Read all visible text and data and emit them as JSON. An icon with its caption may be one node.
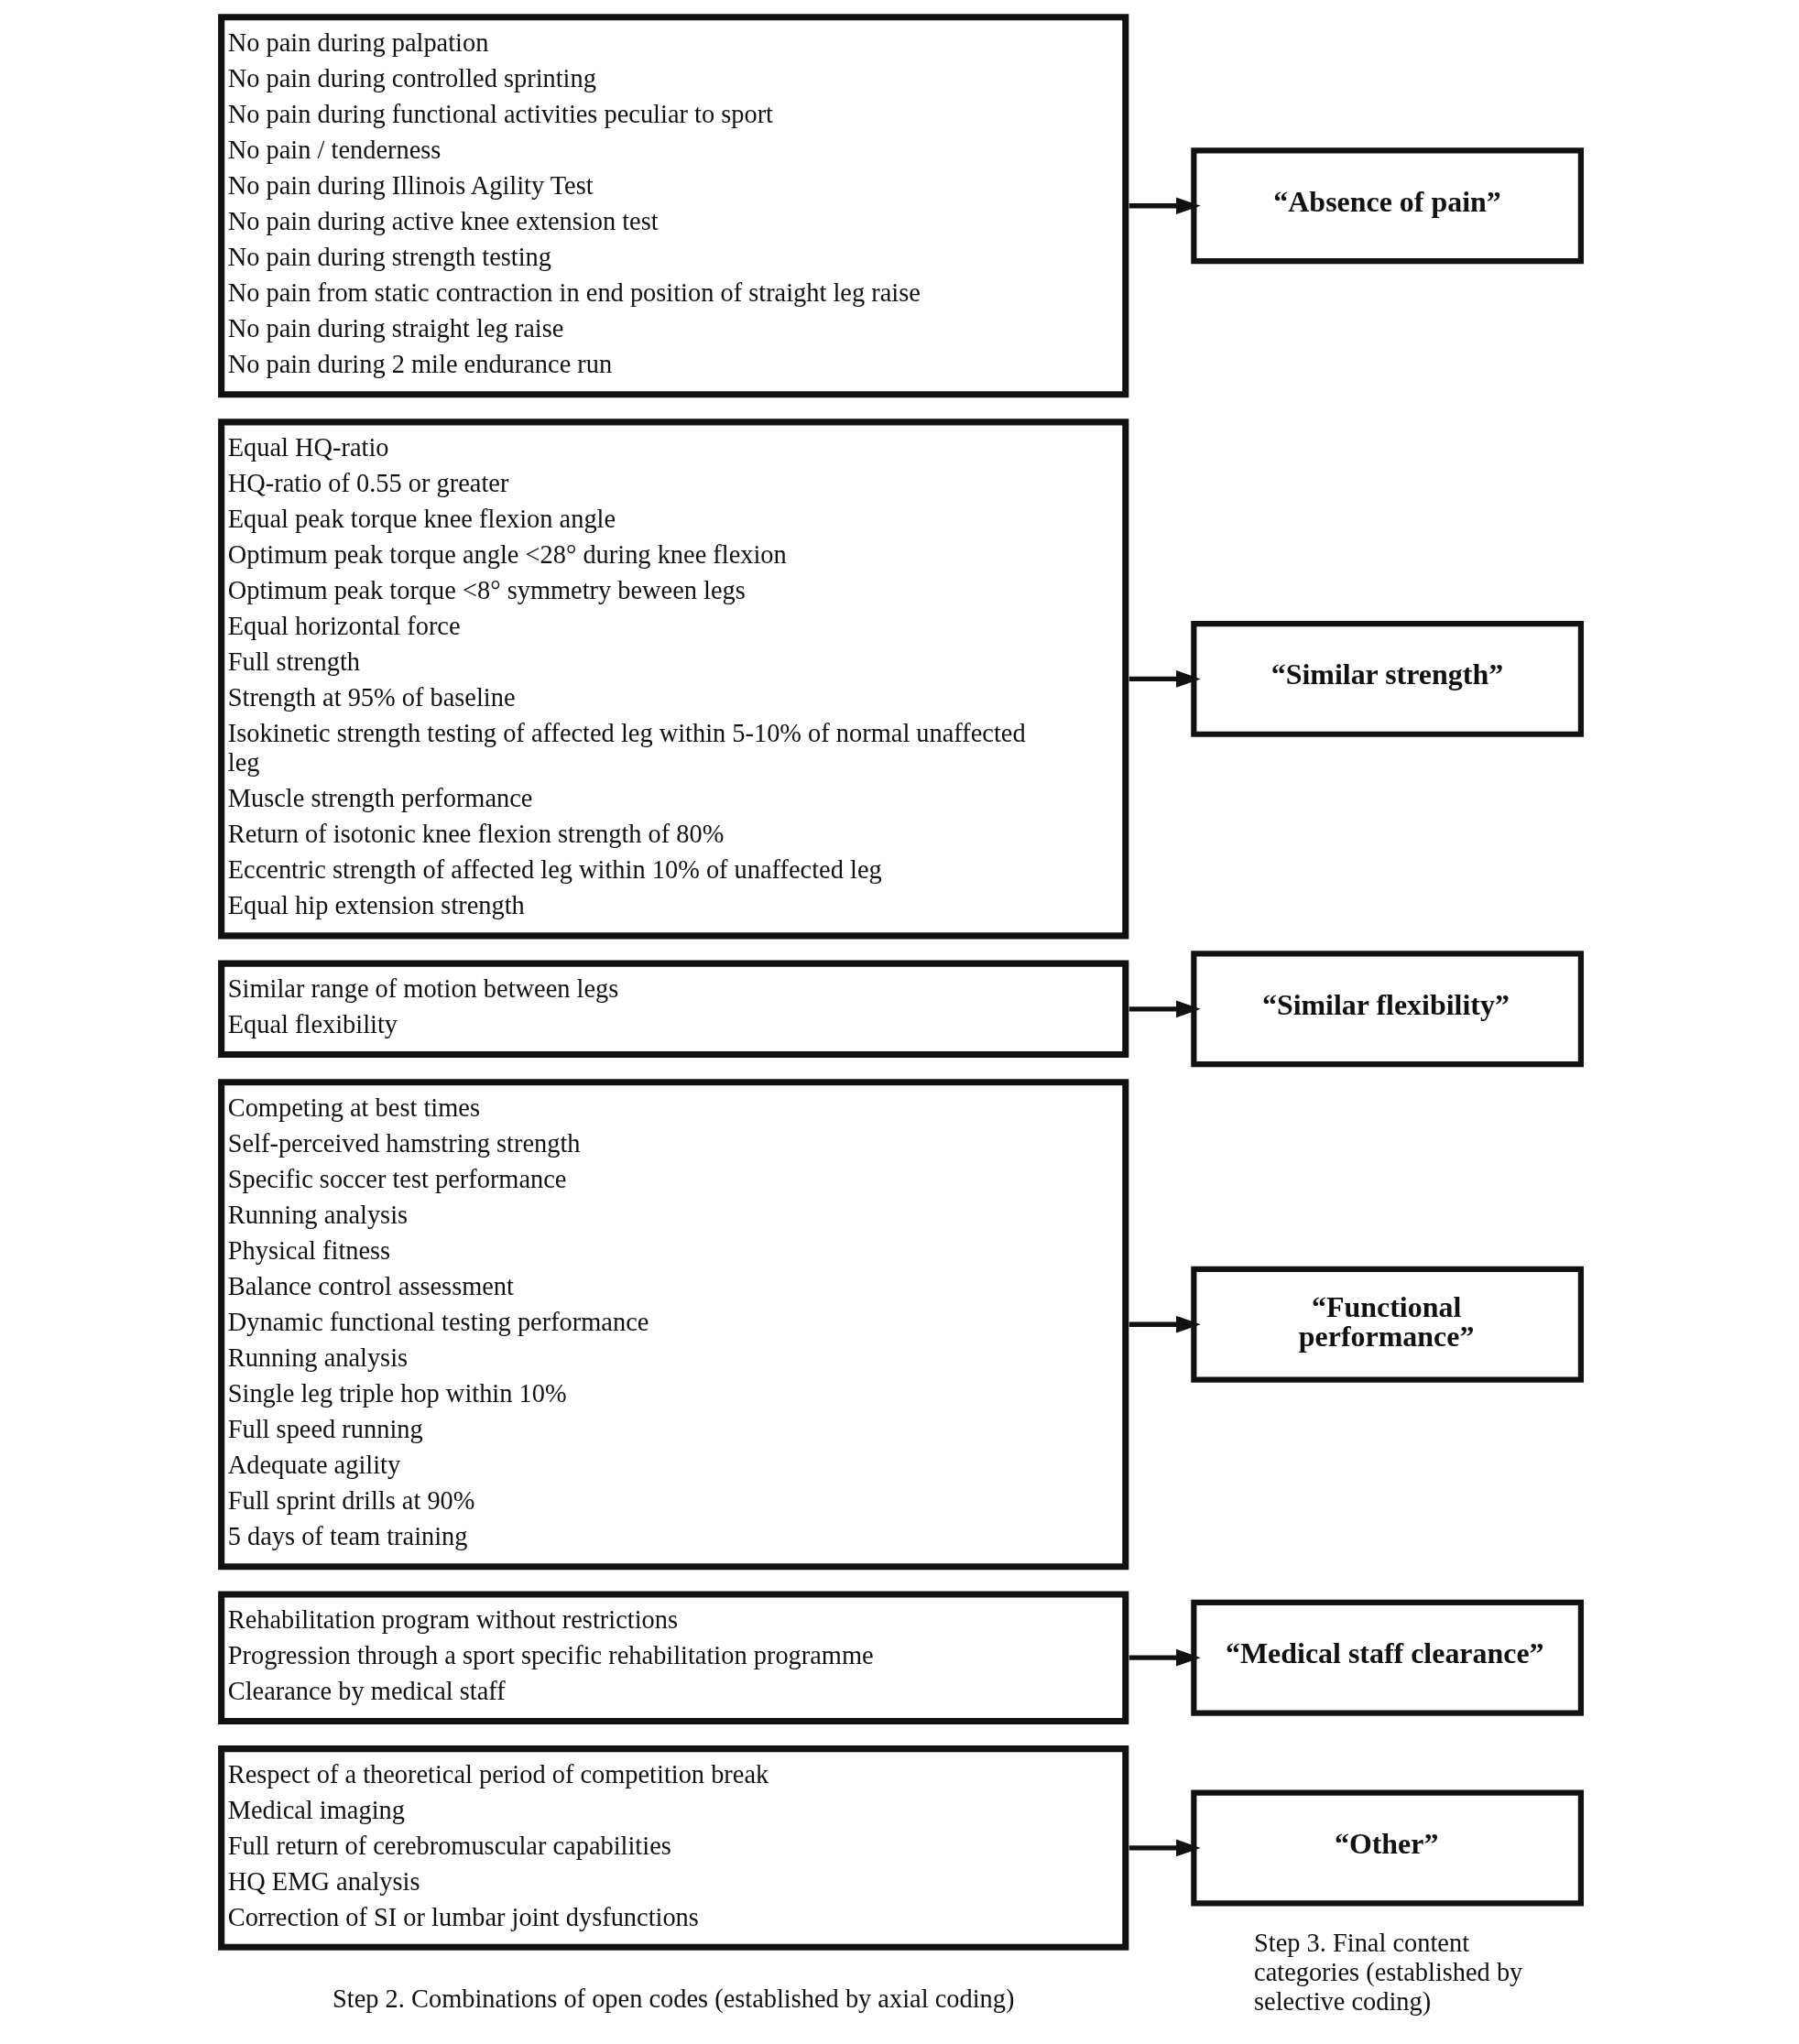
{
  "diagram": {
    "nodes": [
      {
        "text": [
          "No pain during palpation",
          "No pain during controlled sprinting",
          "No pain during functional activities peculiar to sport",
          "No pain / tenderness",
          "No pain during Illinois Agility Test",
          "No pain during active knee extension test",
          "No pain during strength testing",
          "No pain from static contraction in end position of straight leg raise",
          "No pain during straight leg raise",
          "No pain during 2 mile endurance run"
        ]
      },
      {
        "text": [
          "“Absence of pain”"
        ]
      },
      {
        "text": [
          "Equal HQ-ratio",
          "HQ-ratio of 0.55 or greater",
          "Equal peak torque knee flexion angle",
          "Optimum peak torque angle <28° during knee flexion",
          "Optimum peak torque <8° symmetry beween legs",
          "Equal horizontal force",
          "Full strength",
          "Strength at 95% of baseline",
          "Isokinetic strength testing of affected leg within 5-10% of normal unaffected leg",
          "Muscle strength performance",
          "Return of isotonic knee flexion strength of 80%",
          "Eccentric strength of affected leg within 10% of unaffected leg",
          "Equal hip extension strength"
        ]
      },
      {
        "text": [
          "“Similar strength”"
        ]
      },
      {
        "text": [
          "Similar range of motion between legs",
          "Equal flexibility"
        ]
      },
      {
        "text": [
          "“Similar flexibility”"
        ]
      },
      {
        "text": [
          "Competing at best times",
          "Self-perceived hamstring strength",
          "Specific soccer test performance",
          "Running analysis",
          "Physical fitness",
          "Balance control assessment",
          "Dynamic functional testing performance",
          "Running analysis",
          "Single leg triple hop within 10%",
          "Full speed running",
          "Adequate agility",
          "Full sprint drills at 90%",
          "5 days of team training"
        ]
      },
      {
        "text": [
          "“Functional performance”"
        ]
      },
      {
        "text": [
          "Rehabilitation program without restrictions",
          "Progression through a sport specific rehabilitation programme",
          "Clearance by medical staff"
        ]
      },
      {
        "text": [
          "“Medical staff clearance”"
        ]
      },
      {
        "text": [
          "Respect of a theoretical period of competition break",
          "Medical imaging",
          "Full return of cerebromuscular capabilities",
          "HQ EMG analysis",
          "Correction of SI or lumbar joint dysfunctions"
        ]
      },
      {
        "text": [
          "“Other”"
        ]
      }
    ],
    "edges": [
      {
        "from": 0,
        "to": 1,
        "arrow": "to"
      },
      {
        "from": 2,
        "to": 3,
        "arrow": "to"
      },
      {
        "from": 4,
        "to": 5,
        "arrow": "to"
      },
      {
        "from": 6,
        "to": 7,
        "arrow": "to"
      },
      {
        "from": 8,
        "to": 9,
        "arrow": "to"
      },
      {
        "from": 10,
        "to": 11,
        "arrow": "to"
      }
    ],
    "labels": [
      "Step 2. Combinations of open codes (established by axial coding)",
      "Step 3. Final content categories (established by selective coding)"
    ]
  }
}
